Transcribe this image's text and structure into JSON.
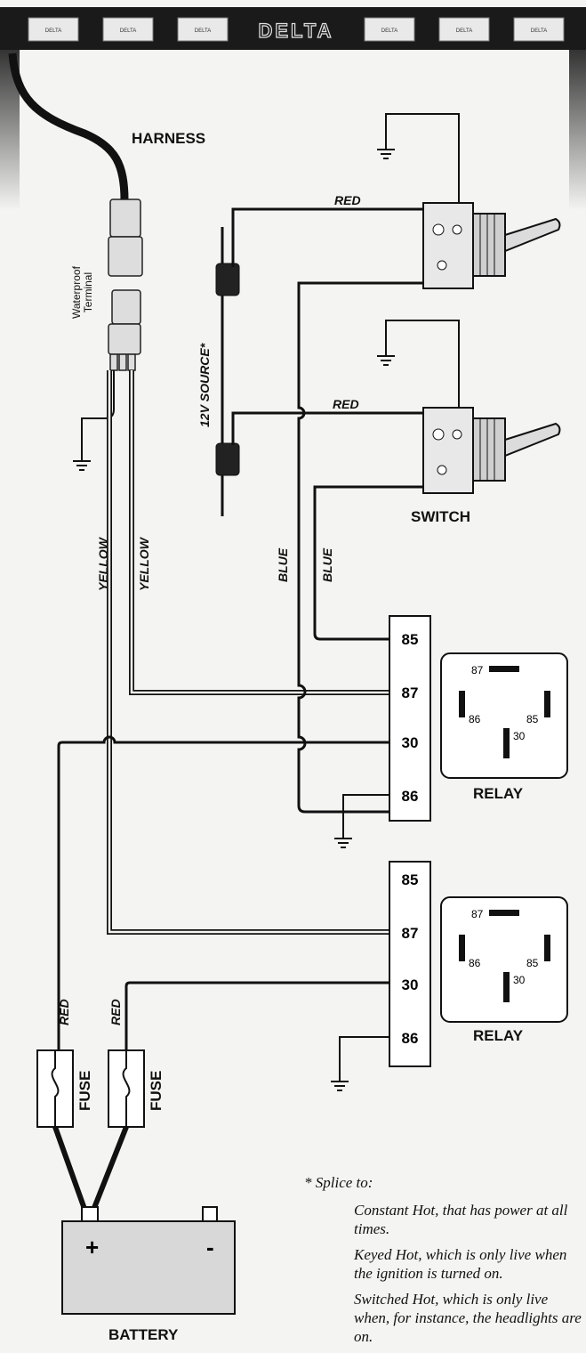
{
  "light_bar": {
    "brand": "DELTA",
    "lamp_labels": [
      "DELTA",
      "DELTA",
      "DELTA",
      "DELTA",
      "DELTA",
      "DELTA"
    ]
  },
  "labels": {
    "harness": "HARNESS",
    "waterproof_terminal": [
      "Waterproof",
      "Terminal"
    ],
    "source": "12V SOURCE*",
    "switch": "SWITCH",
    "relay": "RELAY",
    "fuse": "FUSE",
    "battery": "BATTERY",
    "battery_plus": "+",
    "battery_minus": "-"
  },
  "wire_colors": {
    "red": "RED",
    "blue": "BLUE",
    "yellow": "YELLOW"
  },
  "relays": [
    {
      "terminals": [
        "85",
        "87",
        "30",
        "86"
      ],
      "pinout": {
        "p87": "87",
        "p86": "86",
        "p85": "85",
        "p30": "30"
      }
    },
    {
      "terminals": [
        "85",
        "87",
        "30",
        "86"
      ],
      "pinout": {
        "p87": "87",
        "p86": "86",
        "p85": "85",
        "p30": "30"
      }
    }
  ],
  "notes": {
    "intro": "* Splice to:",
    "items": [
      "Constant Hot, that has power at all times.",
      "Keyed Hot, which is only live when the ignition is turned on.",
      "Switched Hot, which is only live when, for instance, the headlights are on."
    ]
  },
  "colors": {
    "ink": "#111111",
    "background": "#f4f4f2",
    "light_bar_body": "#1a1a1a",
    "component_fill": "#e8e8e8"
  }
}
